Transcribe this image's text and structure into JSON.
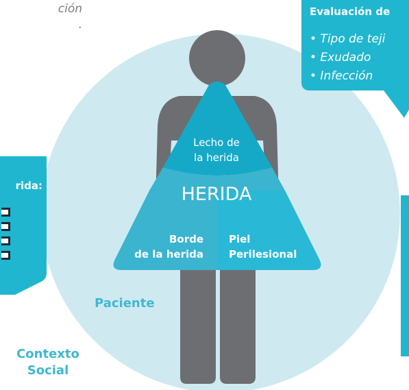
{
  "top_caption": {
    "line1": "ción",
    "line2": "."
  },
  "evaluation_box": {
    "title": "Evaluación de",
    "items": [
      "• Tipo de teji",
      "• Exudado",
      "• Infección"
    ]
  },
  "left_box": {
    "title": "rida:"
  },
  "triangle": {
    "top_label": "Lecho de la herida",
    "top_label_line1": "Lecho de",
    "top_label_line2": "la herida",
    "center_label": "HERIDA",
    "left_label_line1": "Borde",
    "left_label_line2": "de la herida",
    "right_label_line1": "Piel",
    "right_label_line2": "Perilesional"
  },
  "labels": {
    "patient": "Paciente",
    "social_context_line1": "Contexto",
    "social_context_line2": "Social"
  },
  "colors": {
    "circle": "#cfe9f0",
    "callout": "#20b6cf",
    "figure": "#6d6e71",
    "triangle_top": "#16a9c7",
    "triangle_left": "#3ab4cf",
    "triangle_right": "#29b8d6",
    "accent_text": "#3fb8cf"
  }
}
